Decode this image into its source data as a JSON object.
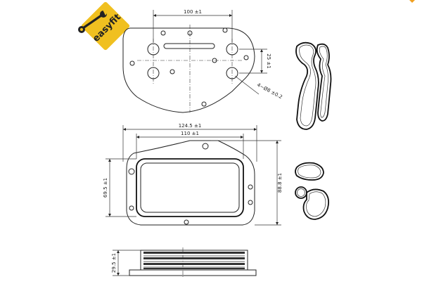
{
  "brand": {
    "logo_text": "easyfit",
    "accent_color": "#f0c020",
    "icon": "wrench-icon"
  },
  "top_view": {
    "dim_width": "100 ±1",
    "dim_height": "25 ±1",
    "dim_holes": "4−Ø8 ±0.2"
  },
  "front_view": {
    "dim_outer": "124.5 ±1",
    "dim_inner": "110 ±1",
    "dim_height_left": "69.5 ±1",
    "dim_height_right": "88.8 ±1"
  },
  "side_view": {
    "dim_thickness": "29.5 ±1"
  }
}
